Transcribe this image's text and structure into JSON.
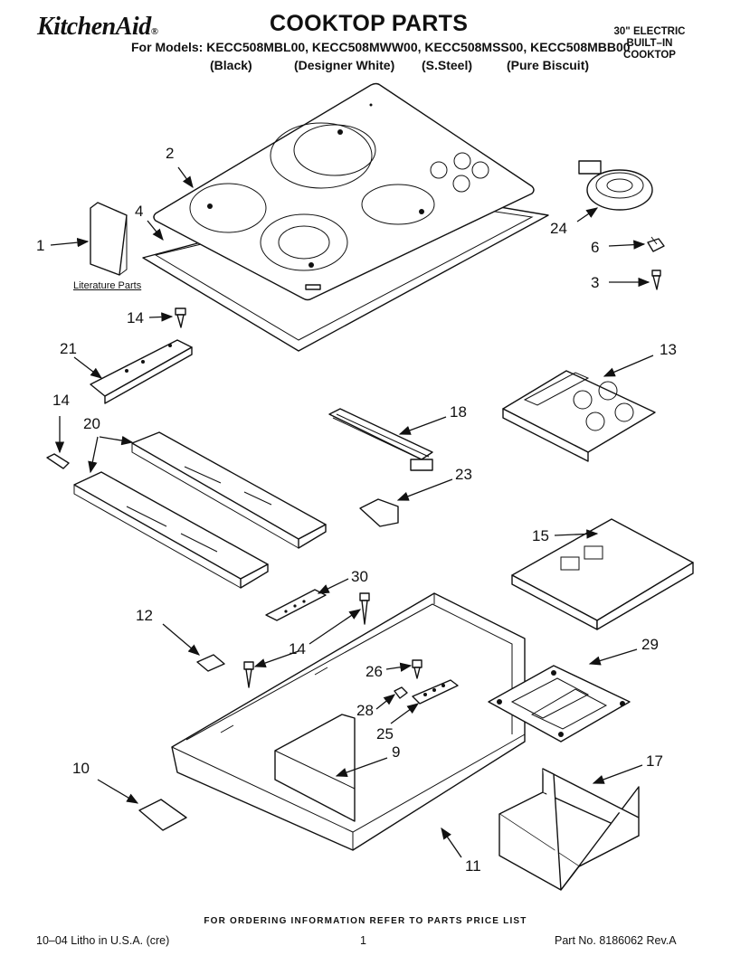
{
  "header": {
    "brand": "KitchenAid",
    "brand_mark": "®",
    "title": "COOKTOP PARTS",
    "models_line": "For Models: KECC508MBL00, KECC508MWW00, KECC508MSS00, KECC508MBB00",
    "variants": [
      "(Black)",
      "(Designer White)",
      "(S.Steel)",
      "(Pure Biscuit)"
    ],
    "side_note": [
      "30\" ELECTRIC",
      "BUILT–IN",
      "COOKTOP"
    ]
  },
  "diagram": {
    "literature_label": "Literature Parts",
    "callouts": {
      "c1": "1",
      "c2": "2",
      "c3": "3",
      "c4": "4",
      "c6": "6",
      "c9": "9",
      "c10": "10",
      "c11": "11",
      "c12": "12",
      "c13": "13",
      "c14a": "14",
      "c14b": "14",
      "c14c": "14",
      "c15": "15",
      "c17": "17",
      "c18": "18",
      "c20": "20",
      "c21": "21",
      "c23": "23",
      "c24": "24",
      "c25": "25",
      "c26": "26",
      "c28": "28",
      "c29": "29",
      "c30": "30"
    }
  },
  "footer": {
    "ordering_note": "FOR ORDERING INFORMATION REFER TO PARTS PRICE LIST",
    "litho": "10–04 Litho in U.S.A. (cre)",
    "page_number": "1",
    "part_number": "Part No. 8186062 Rev.A"
  }
}
